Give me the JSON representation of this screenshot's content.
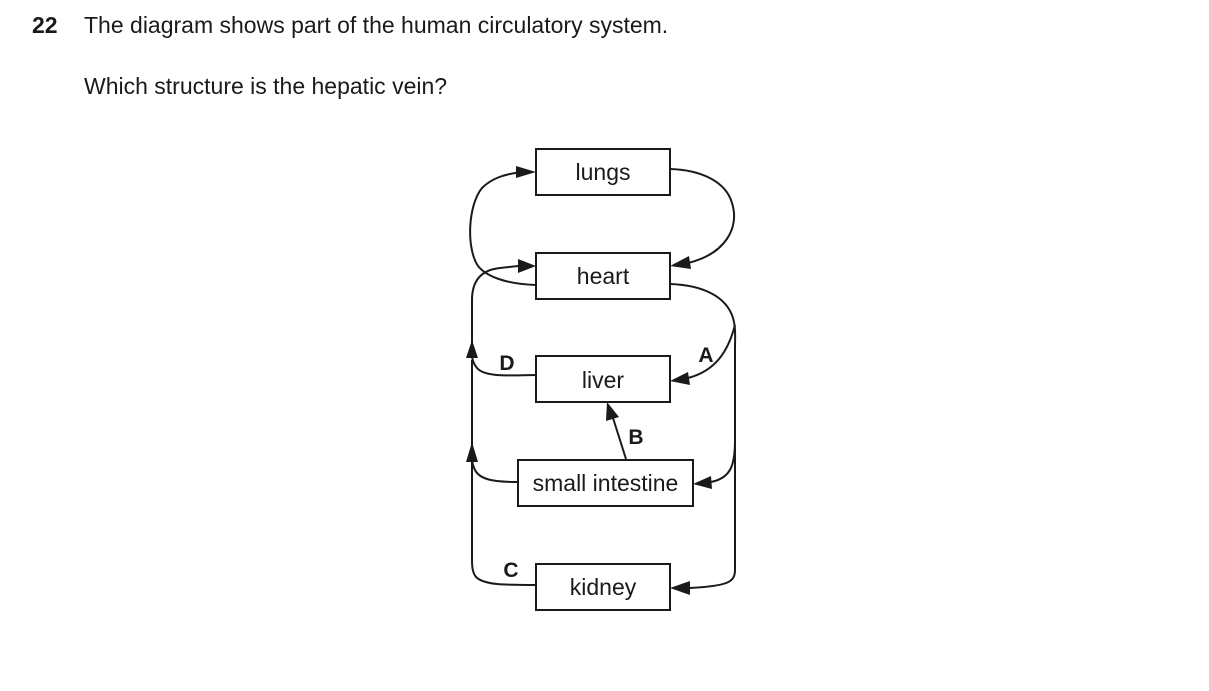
{
  "question": {
    "number": "22",
    "text": "The diagram shows part of the human circulatory system.",
    "prompt": "Which structure is the hepatic vein?"
  },
  "diagram": {
    "organs": {
      "lungs": "lungs",
      "heart": "heart",
      "liver": "liver",
      "small_intestine": "small intestine",
      "kidney": "kidney"
    },
    "labels": {
      "A": "A",
      "B": "B",
      "C": "C",
      "D": "D"
    }
  }
}
